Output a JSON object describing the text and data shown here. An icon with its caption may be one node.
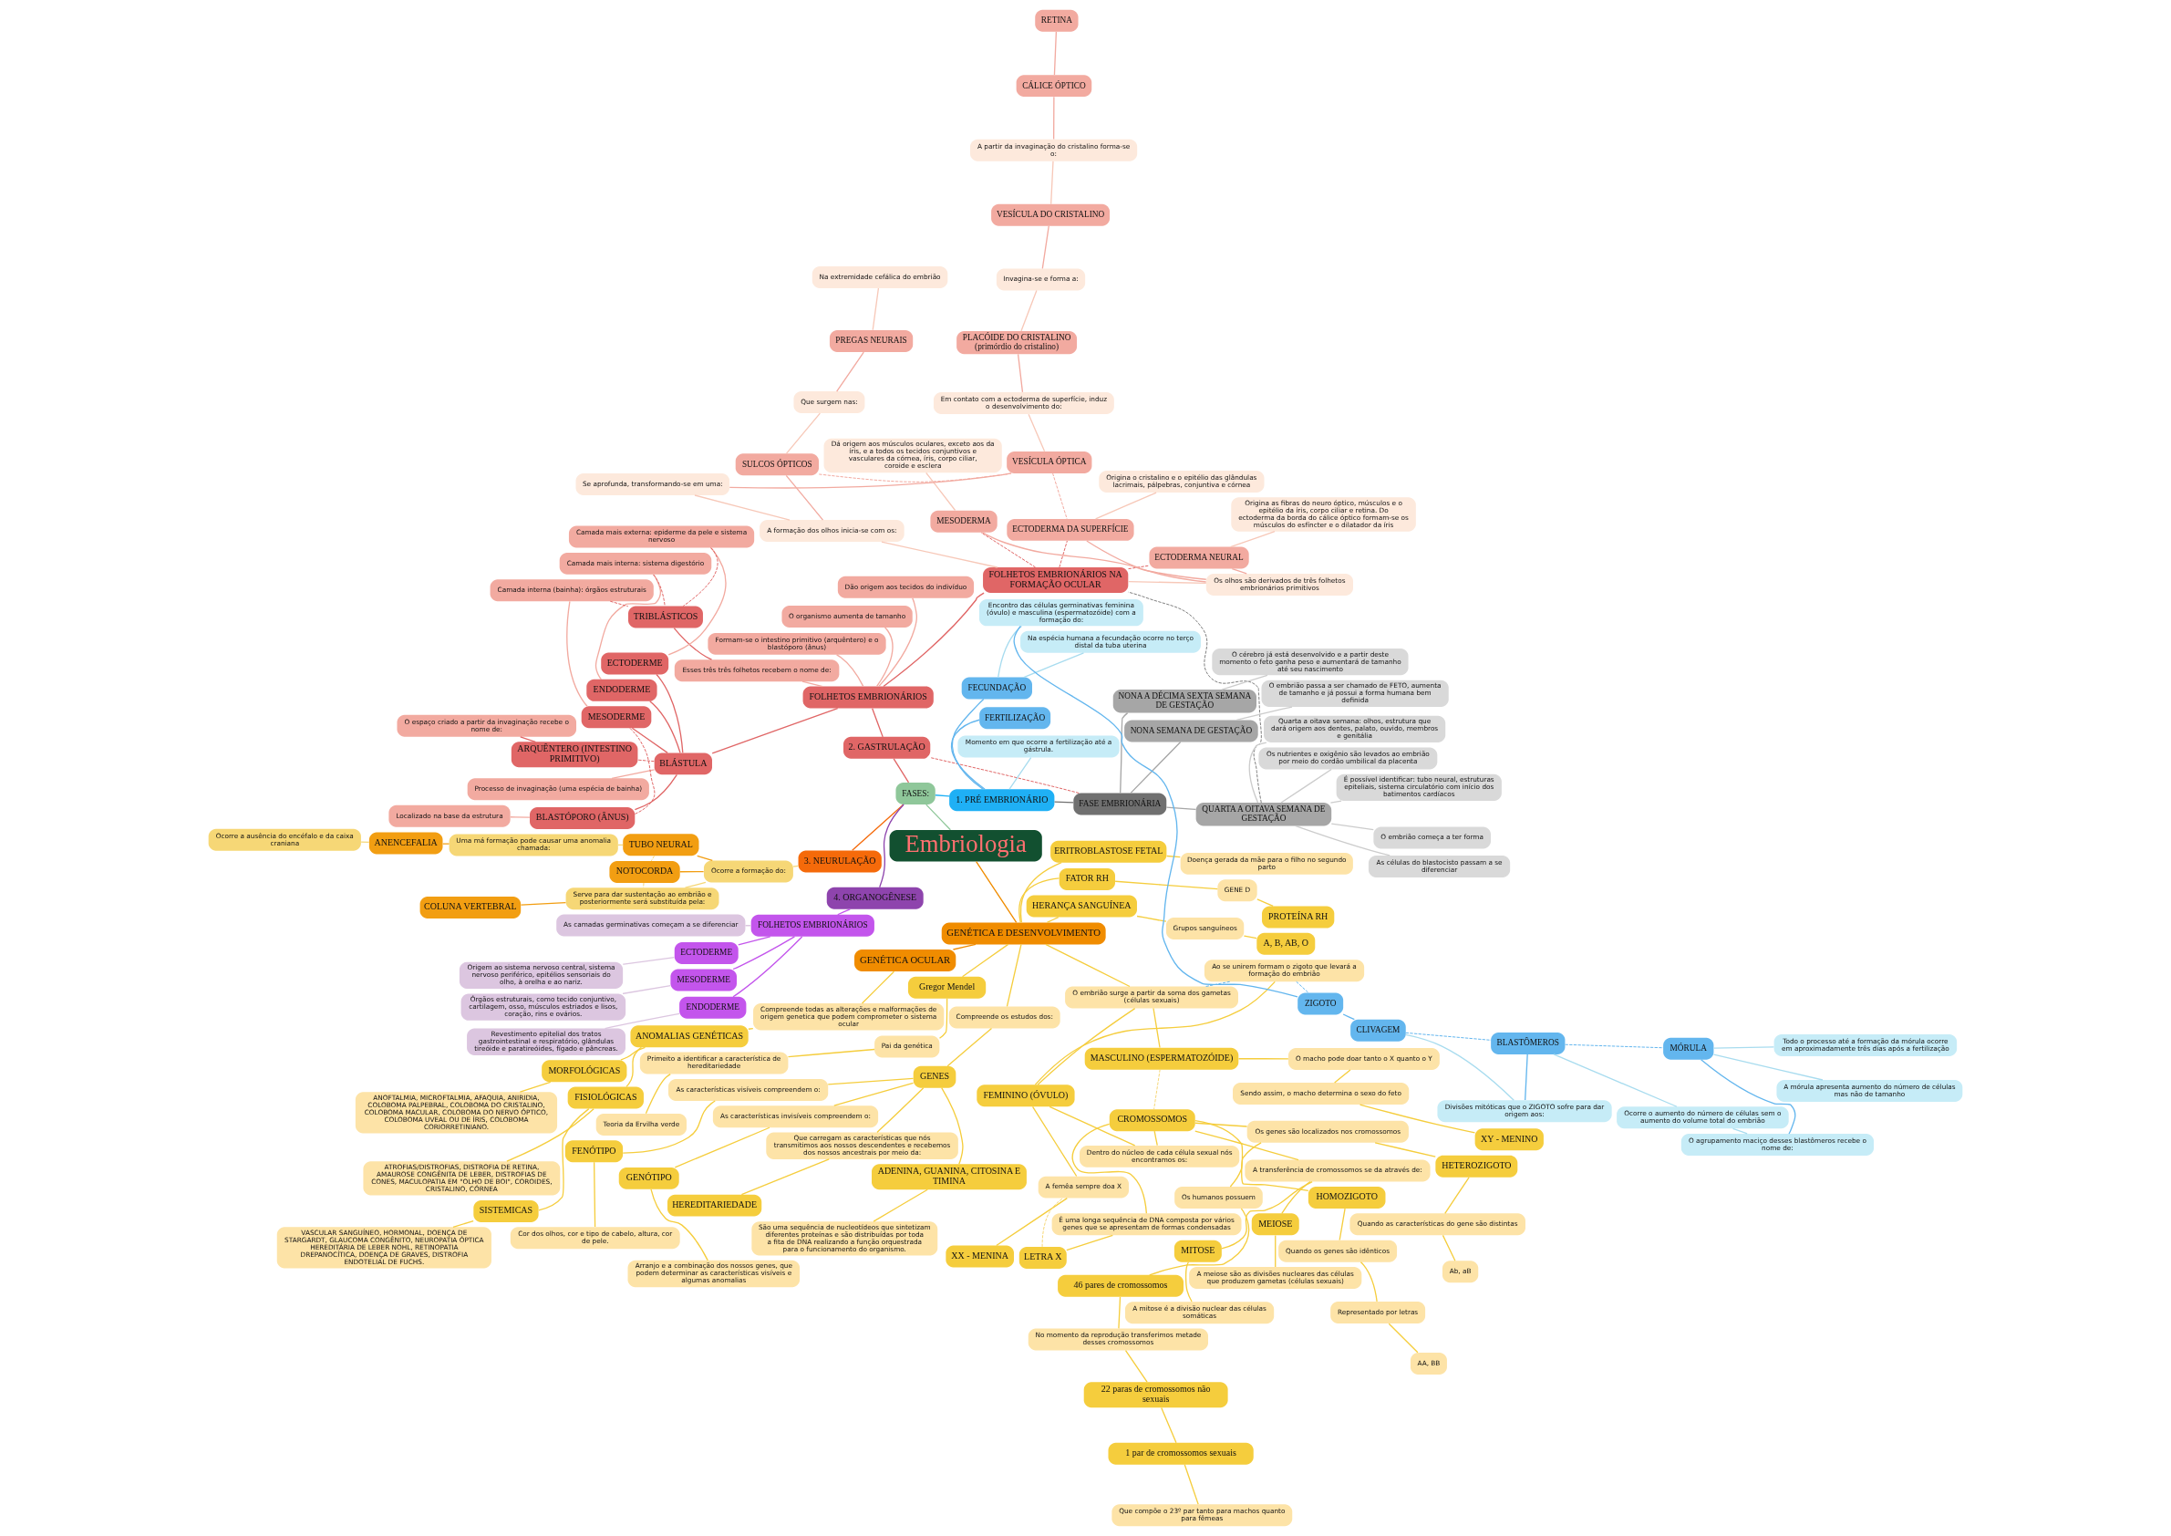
{
  "diagram": {
    "nodes": [
      {
        "text": [
          "Embriologia"
        ]
      },
      {
        "text": [
          "FASES:"
        ]
      },
      {
        "text": [
          "GENÉTICA OCULAR"
        ]
      },
      {
        "text": [
          "Compreende todas as alterações e malformações de origem genetica que podem comprometer o sistema ocular"
        ]
      },
      {
        "text": [
          "ANOMALIAS GENÉTICAS"
        ]
      },
      {
        "text": [
          "MORFOLÓGICAS"
        ]
      },
      {
        "text": [
          "ANOFTALMIA, MICROFTALMIA, AFAQUIA, ANIRIDIA, COLOBOMA PALPEBRAL, COLOBOMA DO CRISTALINO, COLOBOMA MACULAR, COLOBOMA DO NERVO ÓPTICO, COLOBOMA UVEAL OU DE ÍRIS, COLOBOMA CORIORRETINIANO."
        ]
      },
      {
        "text": [
          "FISIOLÓGICAS"
        ]
      },
      {
        "text": [
          "ATROFIAS/DISTROFIAS, DISTROFIA DE RETINA, AMAUROSE CONGÊNITA DE LEBER, DISTROFIAS DE CONES, MACULOPATIA EM \"OLHO DE BOI\", COROIDES, CRISTALINO, CÓRNEA"
        ]
      },
      {
        "text": [
          "SISTEMICAS"
        ]
      },
      {
        "text": [
          "VASCULAR SANGUÍNEO, HORMONAL, DOENÇA DE STARGARDT, GLAUCOMA CONGÊNITO, NEUROPATIA ÓPTICA HEREDITÁRIA DE LEBER NOHL, RETINOPATIA DREPANOCÍTICA, DOENÇA DE GRAVES, DISTROFIA ENDOTELIAL DE FUCHS."
        ]
      },
      {
        "text": [
          "GENÉTICA E DESENVOLVIMENTO"
        ]
      },
      {
        "text": [
          "Gregor Mendel"
        ]
      },
      {
        "text": [
          "Pai da genética"
        ]
      },
      {
        "text": [
          "Primeito a identificar a característica de hereditariedade"
        ]
      },
      {
        "text": [
          "Teoria da Ervilha verde"
        ]
      },
      {
        "text": [
          "Compreende os estudos dos:"
        ]
      },
      {
        "text": [
          "GENES"
        ]
      },
      {
        "text": [
          "As características visíveis compreendem o:"
        ]
      },
      {
        "text": [
          "FENÓTIPO"
        ]
      },
      {
        "text": [
          "Cor dos olhos, cor e tipo de cabelo, altura, cor de pele."
        ]
      },
      {
        "text": [
          "As características invisíveis compreendem o:"
        ]
      },
      {
        "text": [
          "GENÓTIPO"
        ]
      },
      {
        "text": [
          "Arranjo e a combinação dos nossos genes, que podem determinar as características visíveis e algumas anomalias"
        ]
      },
      {
        "text": [
          "Que carregam as características que nós transmitimos aos nossos descendentes e recebemos dos nossos ancestrais por meio da:"
        ]
      },
      {
        "text": [
          "HEREDITARIEDADE"
        ]
      },
      {
        "text": [
          "ADENINA, GUANINA, CITOSINA E TIMINA"
        ]
      },
      {
        "text": [
          "São uma sequência de nucleotídeos que sintetizam diferentes proteínas e são distribuídas por toda a fita de DNA realizando a função orquestrada para o funcionamento do organismo."
        ]
      },
      {
        "text": [
          "O embrião surge a partir da soma dos gametas (células sexuais)"
        ]
      },
      {
        "text": [
          "FEMININO (ÓVULO)"
        ]
      },
      {
        "text": [
          "MASCULINO (ESPERMATOZÓIDE)"
        ]
      },
      {
        "text": [
          "Ao se unirem formam o zigoto que levará a formação do embrião"
        ]
      },
      {
        "text": [
          "A femêa sempre doa X"
        ]
      },
      {
        "text": [
          "XX - MENINA"
        ]
      },
      {
        "text": [
          "Dentro do núcleo de cada célula sexual nós encontramos os:"
        ]
      },
      {
        "text": [
          "CROMOSSOMOS"
        ]
      },
      {
        "text": [
          "É uma longa sequência de DNA composta por vários genes que se apresentam de formas condensadas"
        ]
      },
      {
        "text": [
          "LETRA X"
        ]
      },
      {
        "text": [
          "O macho pode doar tanto o X quanto o Y"
        ]
      },
      {
        "text": [
          "Sendo assim, o macho determina o sexo do feto"
        ]
      },
      {
        "text": [
          "XY - MENINO"
        ]
      },
      {
        "text": [
          "Os humanos possuem"
        ]
      },
      {
        "text": [
          "46 pares de cromossomos"
        ]
      },
      {
        "text": [
          "No momento da reprodução transferimos metade desses cromossomos"
        ]
      },
      {
        "text": [
          "22 paras de cromossomos não sexuais"
        ]
      },
      {
        "text": [
          "1 par de cromossomos sexuais"
        ]
      },
      {
        "text": [
          "Que compõe o 23º par tanto para machos quanto para fêmeas"
        ]
      },
      {
        "text": [
          "A transferência de cromossomos se da através de:"
        ]
      },
      {
        "text": [
          "MITOSE"
        ]
      },
      {
        "text": [
          "A mitose é a divisão nuclear das células somáticas"
        ]
      },
      {
        "text": [
          "MEIOSE"
        ]
      },
      {
        "text": [
          "A meiose são as divisões nucleares das células que produzem gametas (células sexuais)"
        ]
      },
      {
        "text": [
          "Os genes são localizados nos cromossomos"
        ]
      },
      {
        "text": [
          "HOMOZIGOTO"
        ]
      },
      {
        "text": [
          "Quando os genes são idênticos"
        ]
      },
      {
        "text": [
          "Representado por letras"
        ]
      },
      {
        "text": [
          "AA, BB"
        ]
      },
      {
        "text": [
          "HETEROZIGOTO"
        ]
      },
      {
        "text": [
          "Quando as características do gene são distintas"
        ]
      },
      {
        "text": [
          "Ab, aB"
        ]
      },
      {
        "text": [
          "HERANÇA SANGUÍNEA"
        ]
      },
      {
        "text": [
          "Grupos sanguíneos"
        ]
      },
      {
        "text": [
          "A, B, AB, O"
        ]
      },
      {
        "text": [
          "FATOR RH"
        ]
      },
      {
        "text": [
          "GENE D"
        ]
      },
      {
        "text": [
          "PROTEÍNA RH"
        ]
      },
      {
        "text": [
          "ERITROBLASTOSE FETAL"
        ]
      },
      {
        "text": [
          "Doença gerada da mãe para o filho no segundo parto"
        ]
      },
      {
        "text": [
          "FOLHETOS EMBRIONÁRIOS NA FORMAÇÃO OCULAR"
        ]
      },
      {
        "text": [
          "Os olhos são derivados de três folhetos embrionários primitivos"
        ]
      },
      {
        "text": [
          "ECTODERMA NEURAL"
        ]
      },
      {
        "text": [
          "Origina as fibras do neuro óptico, músculos e o epitélio da íris, corpo ciliar e retina. Do ectoderma da borda do cálice óptico formam-se os músculos do esfíncter e o dilatador da íris"
        ]
      },
      {
        "text": [
          "ECTODERMA DA SUPERFÍCIE"
        ]
      },
      {
        "text": [
          "Origina o cristalino e o epitélio das glândulas lacrimais, pálpebras, conjuntiva e córnea"
        ]
      },
      {
        "text": [
          "MESODERMA"
        ]
      },
      {
        "text": [
          "Dá origem aos músculos oculares, exceto aos da íris, e a todos os tecidos conjuntivos e vasculares da córnea, íris, corpo ciliar, coroide e esclera"
        ]
      },
      {
        "text": [
          "A formação dos olhos inicia-se com os:"
        ]
      },
      {
        "text": [
          "SULCOS ÓPTICOS"
        ]
      },
      {
        "text": [
          "Que surgem nas:"
        ]
      },
      {
        "text": [
          "PREGAS NEURAIS"
        ]
      },
      {
        "text": [
          "Na extremidade cefálica do embrião"
        ]
      },
      {
        "text": [
          "Se aprofunda, transformando-se em uma:"
        ]
      },
      {
        "text": [
          "VESÍCULA ÓPTICA"
        ]
      },
      {
        "text": [
          "Em contato com a ectoderma de superfície, induz o desenvolvimento do:"
        ]
      },
      {
        "text": [
          "PLACÓIDE DO CRISTALINO (primórdio do cristalino)"
        ]
      },
      {
        "text": [
          "Invagina-se e forma a:"
        ]
      },
      {
        "text": [
          "VESÍCULA DO CRISTALINO"
        ]
      },
      {
        "text": [
          "A partir da invaginação do cristalino forma-se o:"
        ]
      },
      {
        "text": [
          "CÁLICE ÓPTICO"
        ]
      },
      {
        "text": [
          "RETINA"
        ]
      },
      {
        "text": [
          "FASE EMBRIONÁRIA"
        ]
      },
      {
        "text": [
          "QUARTA A OITAVA SEMANA DE GESTAÇÃO"
        ]
      },
      {
        "text": [
          "As células do blastocisto passam a se diferenciar"
        ]
      },
      {
        "text": [
          "O embrião começa a ter forma"
        ]
      },
      {
        "text": [
          "É possível identificar: tubo neural, estruturas epiteliais, sistema circulatório com início dos batimentos cardíacos"
        ]
      },
      {
        "text": [
          "Os nutrientes e oxigênio são levados ao embrião por meio do cordão umbilical da placenta"
        ]
      },
      {
        "text": [
          "Quarta a oitava semana: olhos, estrutura que dará origem aos dentes, palato, ouvido, membros e genitália"
        ]
      },
      {
        "text": [
          "NONA SEMANA DE GESTAÇÃO"
        ]
      },
      {
        "text": [
          "O embrião passa a ser chamado de FETO, aumenta de tamanho e já possui a forma humana bem definida"
        ]
      },
      {
        "text": [
          "NONA A DÉCIMA SEXTA SEMANA DE GESTAÇÃO"
        ]
      },
      {
        "text": [
          "O cérebro já está desenvolvido e a partir deste momento o feto ganha peso e aumentará de tamanho até seu nascimento"
        ]
      },
      {
        "text": [
          "1. PRÉ EMBRIONÁRIO"
        ]
      },
      {
        "text": [
          "Momento em que ocorre a fertilização até a gástrula."
        ]
      },
      {
        "text": [
          "FERTILIZAÇÃO"
        ]
      },
      {
        "text": [
          "FECUNDAÇÃO"
        ]
      },
      {
        "text": [
          "Na espécia humana a fecundação ocorre no terço distal da tuba uterina"
        ]
      },
      {
        "text": [
          "Encontro das células germinativas feminina (óvulo) e masculina (espermatozóide) com a formação do:"
        ]
      },
      {
        "text": [
          "ZIGOTO"
        ]
      },
      {
        "text": [
          "CLIVAGEM"
        ]
      },
      {
        "text": [
          "Divisões mitóticas que o ZIGOTO sofre para dar origem aos:"
        ]
      },
      {
        "text": [
          "BLASTÔMEROS"
        ]
      },
      {
        "text": [
          "Ocorre o aumento do número de células sem o aumento do volume total do embrião"
        ]
      },
      {
        "text": [
          "O agrupamento maciço desses blastômeros recebe o nome de:"
        ]
      },
      {
        "text": [
          "MÓRULA"
        ]
      },
      {
        "text": [
          "A mórula apresenta aumento do número de células mas não de tamanho"
        ]
      },
      {
        "text": [
          "Todo o processo até a formação da mórula ocorre em aproximadamente três dias após a fertilização"
        ]
      },
      {
        "text": [
          "2. GASTRULAÇÃO"
        ]
      },
      {
        "text": [
          "FOLHETOS EMBRIONÁRIOS"
        ]
      },
      {
        "text": [
          "Dão origem aos tecidos do indivíduo"
        ]
      },
      {
        "text": [
          "O organismo aumenta de tamanho"
        ]
      },
      {
        "text": [
          "Formam-se o intestino primitivo (arquêntero) e o blastóporo (ânus)"
        ]
      },
      {
        "text": [
          "Esses três três folhetos recebem o nome de:"
        ]
      },
      {
        "text": [
          "TRIBLÁSTICOS"
        ]
      },
      {
        "text": [
          "BLÁSTULA"
        ]
      },
      {
        "text": [
          "ECTODERME"
        ]
      },
      {
        "text": [
          "Camada mais externa: epiderme da pele e sistema nervoso"
        ]
      },
      {
        "text": [
          "ENDODERME"
        ]
      },
      {
        "text": [
          "Camada mais interna: sistema digestório"
        ]
      },
      {
        "text": [
          "MESODERME"
        ]
      },
      {
        "text": [
          "Camada interna (bainha): órgãos estruturais"
        ]
      },
      {
        "text": [
          "ARQUÊNTERO (INTESTINO PRIMITIVO)"
        ]
      },
      {
        "text": [
          "Processo de invaginação (uma espécia de bainha)"
        ]
      },
      {
        "text": [
          "O espaço criado a partir da invaginação recebe o nome de:"
        ]
      },
      {
        "text": [
          "BLASTÓPORO (ÂNUS)"
        ]
      },
      {
        "text": [
          "Localizado na base da estrutura"
        ]
      },
      {
        "text": [
          "3. NEURULAÇÃO"
        ]
      },
      {
        "text": [
          "Ocorre a formação do:"
        ]
      },
      {
        "text": [
          "TUBO NEURAL"
        ]
      },
      {
        "text": [
          "NOTOCORDA"
        ]
      },
      {
        "text": [
          "Serve para dar sustentação ao embrião e posteriormente será substituída pela:"
        ]
      },
      {
        "text": [
          "COLUNA VERTEBRAL"
        ]
      },
      {
        "text": [
          "Uma má formação pode causar uma anomalia chamada:"
        ]
      },
      {
        "text": [
          "ANENCEFALIA"
        ]
      },
      {
        "text": [
          "Ocorre a ausência do encéfalo e da caixa craniana"
        ]
      },
      {
        "text": [
          "4. ORGANOGÊNESE"
        ]
      },
      {
        "text": [
          "FOLHETOS EMBRIONÁRIOS"
        ]
      },
      {
        "text": [
          "As camadas germinativas começam a se diferenciar"
        ]
      },
      {
        "text": [
          "ECTODERME"
        ]
      },
      {
        "text": [
          "Origem ao sistema nervoso central, sistema nervoso periférico, epitélios sensoriais do olho, à orelha e ao nariz."
        ]
      },
      {
        "text": [
          "MESODERME"
        ]
      },
      {
        "text": [
          "Órgãos estruturais, como tecido conjuntivo, cartilagem, osso, músculos estriados e lisos, coração, rins e ovários."
        ]
      },
      {
        "text": [
          "ENDODERME"
        ]
      },
      {
        "text": [
          "Revestimento epitelial dos tratos gastrointestinal e respiratório, glândulas tireóide e paratireóides, fígado e pâncreas."
        ]
      }
    ],
    "edges": [
      {
        "from": 0,
        "to": 1,
        "arrow": "none",
        "color": "#8fc79a"
      },
      {
        "from": 0,
        "to": 11,
        "arrow": "none",
        "color": "#f08c00"
      },
      {
        "from": 11,
        "to": 2,
        "arrow": "none",
        "color": "#f08c00"
      },
      {
        "from": 2,
        "to": 3,
        "arrow": "none"
      },
      {
        "from": 3,
        "to": 4,
        "arrow": "none"
      },
      {
        "from": 4,
        "to": 5,
        "arrow": "none"
      },
      {
        "from": 5,
        "to": 6,
        "arrow": "none"
      },
      {
        "from": 4,
        "to": 7,
        "arrow": "none"
      },
      {
        "from": 7,
        "to": 8,
        "arrow": "none"
      },
      {
        "from": 7,
        "to": 9,
        "arrow": "none"
      },
      {
        "from": 9,
        "to": 10,
        "arrow": "none"
      },
      {
        "from": 11,
        "to": 12,
        "arrow": "none"
      },
      {
        "from": 12,
        "to": 13,
        "arrow": "none"
      },
      {
        "from": 13,
        "to": 14,
        "arrow": "none"
      },
      {
        "from": 14,
        "to": 15,
        "arrow": "none"
      },
      {
        "from": 11,
        "to": 16,
        "arrow": "none"
      },
      {
        "from": 16,
        "to": 17,
        "arrow": "none"
      },
      {
        "from": 17,
        "to": 18,
        "arrow": "none"
      },
      {
        "from": 18,
        "to": 19,
        "arrow": "none"
      },
      {
        "from": 19,
        "to": 20,
        "arrow": "none"
      },
      {
        "from": 17,
        "to": 21,
        "arrow": "none"
      },
      {
        "from": 21,
        "to": 22,
        "arrow": "none"
      },
      {
        "from": 22,
        "to": 23,
        "arrow": "none"
      },
      {
        "from": 17,
        "to": 24,
        "arrow": "none"
      },
      {
        "from": 24,
        "to": 25,
        "arrow": "none"
      },
      {
        "from": 17,
        "to": 26,
        "arrow": "none"
      },
      {
        "from": 26,
        "to": 27,
        "arrow": "none"
      },
      {
        "from": 11,
        "to": 28,
        "arrow": "none"
      },
      {
        "from": 28,
        "to": 29,
        "arrow": "none"
      },
      {
        "from": 28,
        "to": 30,
        "arrow": "none"
      },
      {
        "from": 29,
        "to": 31,
        "arrow": "none"
      },
      {
        "from": 29,
        "to": 32,
        "arrow": "none"
      },
      {
        "from": 32,
        "to": 33,
        "arrow": "none"
      },
      {
        "from": 29,
        "to": 34,
        "arrow": "none"
      },
      {
        "from": 34,
        "to": 35,
        "arrow": "none"
      },
      {
        "from": 35,
        "to": 36,
        "arrow": "none"
      },
      {
        "from": 36,
        "to": 37,
        "arrow": "none"
      },
      {
        "from": 30,
        "to": 38,
        "arrow": "none"
      },
      {
        "from": 38,
        "to": 39,
        "arrow": "none"
      },
      {
        "from": 39,
        "to": 40,
        "arrow": "none"
      },
      {
        "from": 35,
        "to": 41,
        "arrow": "none"
      },
      {
        "from": 41,
        "to": 42,
        "arrow": "none"
      },
      {
        "from": 42,
        "to": 43,
        "arrow": "none"
      },
      {
        "from": 43,
        "to": 44,
        "arrow": "none"
      },
      {
        "from": 44,
        "to": 45,
        "arrow": "none"
      },
      {
        "from": 45,
        "to": 46,
        "arrow": "none"
      },
      {
        "from": 35,
        "to": 47,
        "arrow": "none"
      },
      {
        "from": 47,
        "to": 48,
        "arrow": "none"
      },
      {
        "from": 48,
        "to": 49,
        "arrow": "none"
      },
      {
        "from": 47,
        "to": 50,
        "arrow": "none"
      },
      {
        "from": 50,
        "to": 51,
        "arrow": "none"
      },
      {
        "from": 35,
        "to": 52,
        "arrow": "none"
      },
      {
        "from": 52,
        "to": 53,
        "arrow": "none"
      },
      {
        "from": 53,
        "to": 54,
        "arrow": "none"
      },
      {
        "from": 54,
        "to": 55,
        "arrow": "none"
      },
      {
        "from": 55,
        "to": 56,
        "arrow": "none"
      },
      {
        "from": 52,
        "to": 57,
        "arrow": "none"
      },
      {
        "from": 57,
        "to": 58,
        "arrow": "none"
      },
      {
        "from": 58,
        "to": 59,
        "arrow": "none"
      },
      {
        "from": 11,
        "to": 60,
        "arrow": "none"
      },
      {
        "from": 60,
        "to": 61,
        "arrow": "none"
      },
      {
        "from": 61,
        "to": 62,
        "arrow": "none"
      },
      {
        "from": 11,
        "to": 63,
        "arrow": "none"
      },
      {
        "from": 63,
        "to": 64,
        "arrow": "none"
      },
      {
        "from": 64,
        "to": 65,
        "arrow": "none"
      },
      {
        "from": 11,
        "to": 66,
        "arrow": "none"
      },
      {
        "from": 66,
        "to": 67,
        "arrow": "none"
      },
      {
        "from": 117,
        "to": 68,
        "arrow": "none",
        "color": "#e06666"
      },
      {
        "from": 68,
        "to": 69,
        "arrow": "none",
        "color": "#f7c8b8"
      },
      {
        "from": 69,
        "to": 70,
        "arrow": "none",
        "color": "#f2aaa0"
      },
      {
        "from": 70,
        "to": 71,
        "arrow": "none",
        "color": "#f7c8b8"
      },
      {
        "from": 69,
        "to": 72,
        "arrow": "none",
        "color": "#f2aaa0"
      },
      {
        "from": 72,
        "to": 73,
        "arrow": "none",
        "color": "#f7c8b8"
      },
      {
        "from": 69,
        "to": 74,
        "arrow": "none",
        "color": "#f2aaa0"
      },
      {
        "from": 74,
        "to": 75,
        "arrow": "none",
        "color": "#f7c8b8"
      },
      {
        "from": 68,
        "to": 76,
        "arrow": "none",
        "color": "#f7c8b8"
      },
      {
        "from": 76,
        "to": 77,
        "arrow": "none",
        "color": "#f2aaa0"
      },
      {
        "from": 77,
        "to": 78,
        "arrow": "none",
        "color": "#f7c8b8"
      },
      {
        "from": 78,
        "to": 79,
        "arrow": "none",
        "color": "#f2aaa0"
      },
      {
        "from": 79,
        "to": 80,
        "arrow": "none",
        "color": "#f7c8b8"
      },
      {
        "from": 76,
        "to": 81,
        "arrow": "none",
        "color": "#f7c8b8"
      },
      {
        "from": 81,
        "to": 82,
        "arrow": "none",
        "color": "#f2aaa0"
      },
      {
        "from": 82,
        "to": 83,
        "arrow": "none",
        "color": "#f7c8b8"
      },
      {
        "from": 83,
        "to": 84,
        "arrow": "none",
        "color": "#f2aaa0"
      },
      {
        "from": 84,
        "to": 85,
        "arrow": "none",
        "color": "#f7c8b8"
      },
      {
        "from": 85,
        "to": 86,
        "arrow": "none",
        "color": "#f2aaa0"
      },
      {
        "from": 86,
        "to": 87,
        "arrow": "none",
        "color": "#f7c8b8"
      },
      {
        "from": 87,
        "to": 88,
        "arrow": "none",
        "color": "#f2aaa0"
      },
      {
        "from": 88,
        "to": 89,
        "arrow": "none",
        "color": "#f2aaa0"
      },
      {
        "from": 101,
        "to": 90,
        "arrow": "none",
        "color": "#707070"
      },
      {
        "from": 90,
        "to": 91,
        "arrow": "none",
        "color": "#a6a6a6"
      },
      {
        "from": 91,
        "to": 92,
        "arrow": "none",
        "color": "#cccccc"
      },
      {
        "from": 91,
        "to": 93,
        "arrow": "none",
        "color": "#cccccc"
      },
      {
        "from": 91,
        "to": 94,
        "arrow": "none",
        "color": "#cccccc"
      },
      {
        "from": 91,
        "to": 95,
        "arrow": "none",
        "color": "#cccccc"
      },
      {
        "from": 91,
        "to": 96,
        "arrow": "none",
        "color": "#cccccc"
      },
      {
        "from": 90,
        "to": 97,
        "arrow": "none",
        "color": "#a6a6a6"
      },
      {
        "from": 97,
        "to": 98,
        "arrow": "none",
        "color": "#cccccc"
      },
      {
        "from": 90,
        "to": 99,
        "arrow": "none",
        "color": "#a6a6a6"
      },
      {
        "from": 99,
        "to": 100,
        "arrow": "none",
        "color": "#cccccc"
      },
      {
        "from": 1,
        "to": 101,
        "arrow": "none",
        "color": "#1fb0f5"
      },
      {
        "from": 101,
        "to": 102,
        "arrow": "none",
        "color": "#a8dcef"
      },
      {
        "from": 101,
        "to": 103,
        "arrow": "none",
        "color": "#63b6ee"
      },
      {
        "from": 101,
        "to": 104,
        "arrow": "none",
        "color": "#63b6ee"
      },
      {
        "from": 104,
        "to": 105,
        "arrow": "none",
        "color": "#a8dcef"
      },
      {
        "from": 104,
        "to": 106,
        "arrow": "none",
        "color": "#a8dcef"
      },
      {
        "from": 106,
        "to": 107,
        "arrow": "none",
        "color": "#63b6ee"
      },
      {
        "from": 107,
        "to": 108,
        "arrow": "none",
        "color": "#63b6ee"
      },
      {
        "from": 108,
        "to": 109,
        "arrow": "none",
        "color": "#a8dcef"
      },
      {
        "from": 109,
        "to": 110,
        "arrow": "none",
        "color": "#63b6ee"
      },
      {
        "from": 110,
        "to": 111,
        "arrow": "none",
        "color": "#a8dcef"
      },
      {
        "from": 111,
        "to": 112,
        "arrow": "none",
        "color": "#a8dcef"
      },
      {
        "from": 112,
        "to": 113,
        "arrow": "none",
        "color": "#63b6ee"
      },
      {
        "from": 113,
        "to": 114,
        "arrow": "none",
        "color": "#a8dcef"
      },
      {
        "from": 113,
        "to": 115,
        "arrow": "none",
        "color": "#a8dcef"
      },
      {
        "from": 1,
        "to": 116,
        "arrow": "none",
        "color": "#e06666"
      },
      {
        "from": 116,
        "to": 117,
        "arrow": "none",
        "color": "#e06666"
      },
      {
        "from": 117,
        "to": 118,
        "arrow": "none",
        "color": "#f2aaa0"
      },
      {
        "from": 117,
        "to": 119,
        "arrow": "none",
        "color": "#f2aaa0"
      },
      {
        "from": 117,
        "to": 120,
        "arrow": "none",
        "color": "#f2aaa0"
      },
      {
        "from": 117,
        "to": 121,
        "arrow": "none",
        "color": "#f2aaa0"
      },
      {
        "from": 121,
        "to": 122,
        "arrow": "none",
        "color": "#e06666"
      },
      {
        "from": 117,
        "to": 123,
        "arrow": "none",
        "color": "#e06666"
      },
      {
        "from": 123,
        "to": 124,
        "arrow": "none",
        "color": "#e06666"
      },
      {
        "from": 124,
        "to": 125,
        "arrow": "none",
        "color": "#f2aaa0"
      },
      {
        "from": 123,
        "to": 126,
        "arrow": "none",
        "color": "#e06666"
      },
      {
        "from": 126,
        "to": 127,
        "arrow": "none",
        "color": "#f2aaa0"
      },
      {
        "from": 123,
        "to": 128,
        "arrow": "none",
        "color": "#e06666"
      },
      {
        "from": 128,
        "to": 129,
        "arrow": "none",
        "color": "#f2aaa0"
      },
      {
        "from": 123,
        "to": 131,
        "arrow": "none",
        "color": "#f2aaa0"
      },
      {
        "from": 130,
        "to": 132,
        "arrow": "none",
        "color": "#e06666"
      },
      {
        "from": 123,
        "to": 133,
        "arrow": "none",
        "color": "#e06666"
      },
      {
        "from": 133,
        "to": 134,
        "arrow": "none",
        "color": "#f2aaa0"
      },
      {
        "from": 1,
        "to": 135,
        "arrow": "none",
        "color": "#f56a0a"
      },
      {
        "from": 135,
        "to": 136,
        "arrow": "none",
        "color": "#f6d776"
      },
      {
        "from": 136,
        "to": 137,
        "arrow": "none",
        "color": "#f29e12"
      },
      {
        "from": 136,
        "to": 138,
        "arrow": "none",
        "color": "#f29e12"
      },
      {
        "from": 136,
        "to": 139,
        "arrow": "none",
        "color": "#f6d776"
      },
      {
        "from": 139,
        "to": 140,
        "arrow": "none",
        "color": "#f29e12"
      },
      {
        "from": 137,
        "to": 141,
        "arrow": "none",
        "color": "#f6d776"
      },
      {
        "from": 141,
        "to": 142,
        "arrow": "none",
        "color": "#f29e12"
      },
      {
        "from": 142,
        "to": 143,
        "arrow": "none",
        "color": "#f6d776"
      },
      {
        "from": 1,
        "to": 144,
        "arrow": "none",
        "color": "#8e44ad"
      },
      {
        "from": 144,
        "to": 145,
        "arrow": "none",
        "color": "#c355ec"
      },
      {
        "from": 145,
        "to": 146,
        "arrow": "none",
        "color": "#dcc6e0"
      },
      {
        "from": 145,
        "to": 147,
        "arrow": "none",
        "color": "#c355ec"
      },
      {
        "from": 147,
        "to": 148,
        "arrow": "none",
        "color": "#dcc6e0"
      },
      {
        "from": 145,
        "to": 149,
        "arrow": "none",
        "color": "#c355ec"
      },
      {
        "from": 149,
        "to": 150,
        "arrow": "none",
        "color": "#dcc6e0"
      },
      {
        "from": 145,
        "to": 151,
        "arrow": "none",
        "color": "#c355ec"
      },
      {
        "from": 151,
        "to": 152,
        "arrow": "none",
        "color": "#dcc6e0"
      },
      {
        "from": 68,
        "to": 70,
        "arrow": "none",
        "style": "dashed",
        "color": "#e06666"
      },
      {
        "from": 68,
        "to": 72,
        "arrow": "none",
        "style": "dashed",
        "color": "#e06666"
      },
      {
        "from": 68,
        "to": 74,
        "arrow": "none",
        "style": "dashed",
        "color": "#e06666"
      },
      {
        "from": 77,
        "to": 82,
        "arrow": "none",
        "style": "dashed",
        "color": "#f2aaa0"
      },
      {
        "from": 82,
        "to": 72,
        "arrow": "none",
        "style": "dashed",
        "color": "#f2aaa0"
      },
      {
        "from": 91,
        "to": 68,
        "arrow": "none",
        "style": "dashed",
        "color": "#808080"
      },
      {
        "from": 90,
        "to": 116,
        "arrow": "none",
        "style": "dashed",
        "color": "#e06666"
      },
      {
        "from": 28,
        "to": 31,
        "arrow": "none",
        "style": "dashed",
        "color": "#63b6ee"
      },
      {
        "from": 31,
        "to": 107,
        "arrow": "none",
        "style": "dashed",
        "color": "#63b6ee"
      },
      {
        "from": 108,
        "to": 110,
        "arrow": "none",
        "style": "dashed",
        "color": "#63b6ee"
      },
      {
        "from": 110,
        "to": 113,
        "arrow": "none",
        "style": "dashed",
        "color": "#63b6ee"
      },
      {
        "from": 125,
        "to": 122,
        "arrow": "none",
        "style": "dashed",
        "color": "#e06666"
      },
      {
        "from": 127,
        "to": 122,
        "arrow": "none",
        "style": "dashed",
        "color": "#e06666"
      },
      {
        "from": 129,
        "to": 122,
        "arrow": "none",
        "style": "dashed",
        "color": "#e06666"
      },
      {
        "from": 123,
        "to": 130,
        "arrow": "none",
        "style": "dashed",
        "color": "#e06666"
      },
      {
        "from": 133,
        "to": 128,
        "arrow": "none",
        "style": "dashed",
        "color": "#e06666"
      },
      {
        "from": 137,
        "to": 138,
        "arrow": "none",
        "style": "dashed",
        "color": "#f6d776"
      },
      {
        "from": 138,
        "to": 139,
        "arrow": "none",
        "style": "dashed",
        "color": "#f6d776"
      },
      {
        "from": 30,
        "to": 35,
        "arrow": "none",
        "style": "dashed",
        "color": "#f6d776"
      },
      {
        "from": 37,
        "to": 32,
        "arrow": "none",
        "style": "dashed",
        "color": "#f6d776"
      }
    ]
  }
}
